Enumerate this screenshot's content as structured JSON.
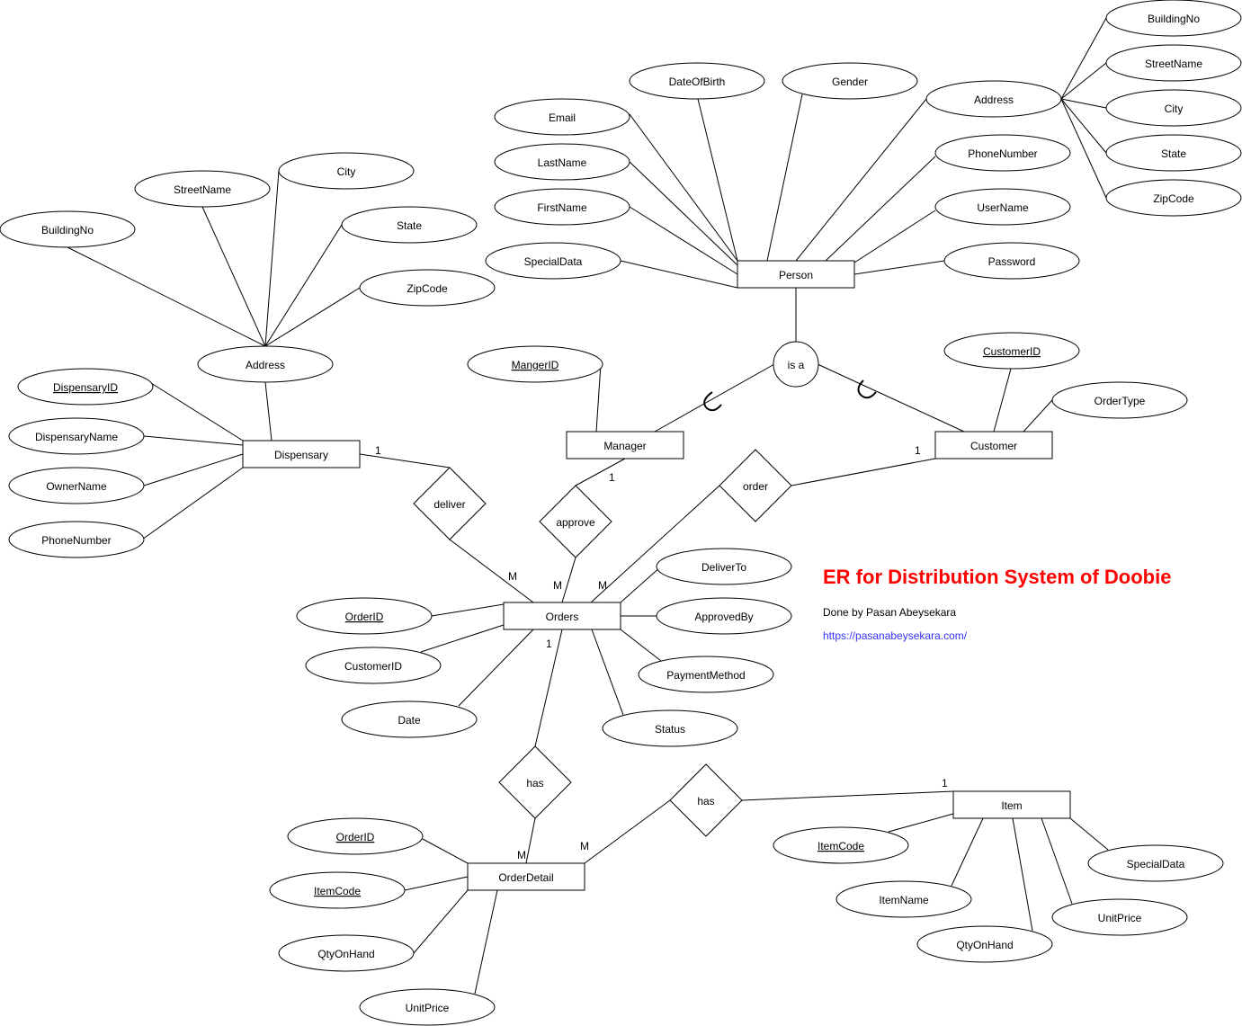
{
  "title": "ER for Distribution System of Doobie",
  "author": "Done by Pasan Abeysekara",
  "link": "https://pasanabeysekara.com/",
  "colors": {
    "title": "#ff0000",
    "link": "#3333ff",
    "stroke": "#000000"
  },
  "entities": {
    "person": "Person",
    "manager": "Manager",
    "customer": "Customer",
    "dispensary": "Dispensary",
    "orders": "Orders",
    "orderdetail": "OrderDetail",
    "item": "Item"
  },
  "relationships": {
    "isa": "is a",
    "deliver": "deliver",
    "approve": "approve",
    "order": "order",
    "has_orders": "has",
    "has_item": "has"
  },
  "attributes": {
    "p_dob": "DateOfBirth",
    "p_gender": "Gender",
    "p_email": "Email",
    "p_lastname": "LastName",
    "p_firstname": "FirstName",
    "p_special": "SpecialData",
    "p_address": "Address",
    "p_phone": "PhoneNumber",
    "p_username": "UserName",
    "p_password": "Password",
    "pa_building": "BuildingNo",
    "pa_street": "StreetName",
    "pa_city": "City",
    "pa_state": "State",
    "pa_zip": "ZipCode",
    "m_id": "MangerID",
    "c_id": "CustomerID",
    "c_ordertype": "OrderType",
    "d_address": "Address",
    "da_building": "BuildingNo",
    "da_street": "StreetName",
    "da_city": "City",
    "da_state": "State",
    "da_zip": "ZipCode",
    "d_id": "DispensaryID",
    "d_name": "DispensaryName",
    "d_owner": "OwnerName",
    "d_phone": "PhoneNumber",
    "o_id": "OrderID",
    "o_customer": "CustomerID",
    "o_date": "Date",
    "o_deliverto": "DeliverTo",
    "o_approvedby": "ApprovedBy",
    "o_payment": "PaymentMethod",
    "o_status": "Status",
    "od_orderid": "OrderID",
    "od_itemcode": "ItemCode",
    "od_qty": "QtyOnHand",
    "od_price": "UnitPrice",
    "i_code": "ItemCode",
    "i_name": "ItemName",
    "i_qty": "QtyOnHand",
    "i_price": "UnitPrice",
    "i_special": "SpecialData"
  },
  "cardinalities": {
    "disp_deliver": "1",
    "deliver_orders": "M",
    "manager_approve": "1",
    "approve_orders": "M",
    "customer_order": "1",
    "order_orders": "M",
    "orders_has": "1",
    "has_od": "M",
    "od_has": "M",
    "has_item": "1"
  }
}
